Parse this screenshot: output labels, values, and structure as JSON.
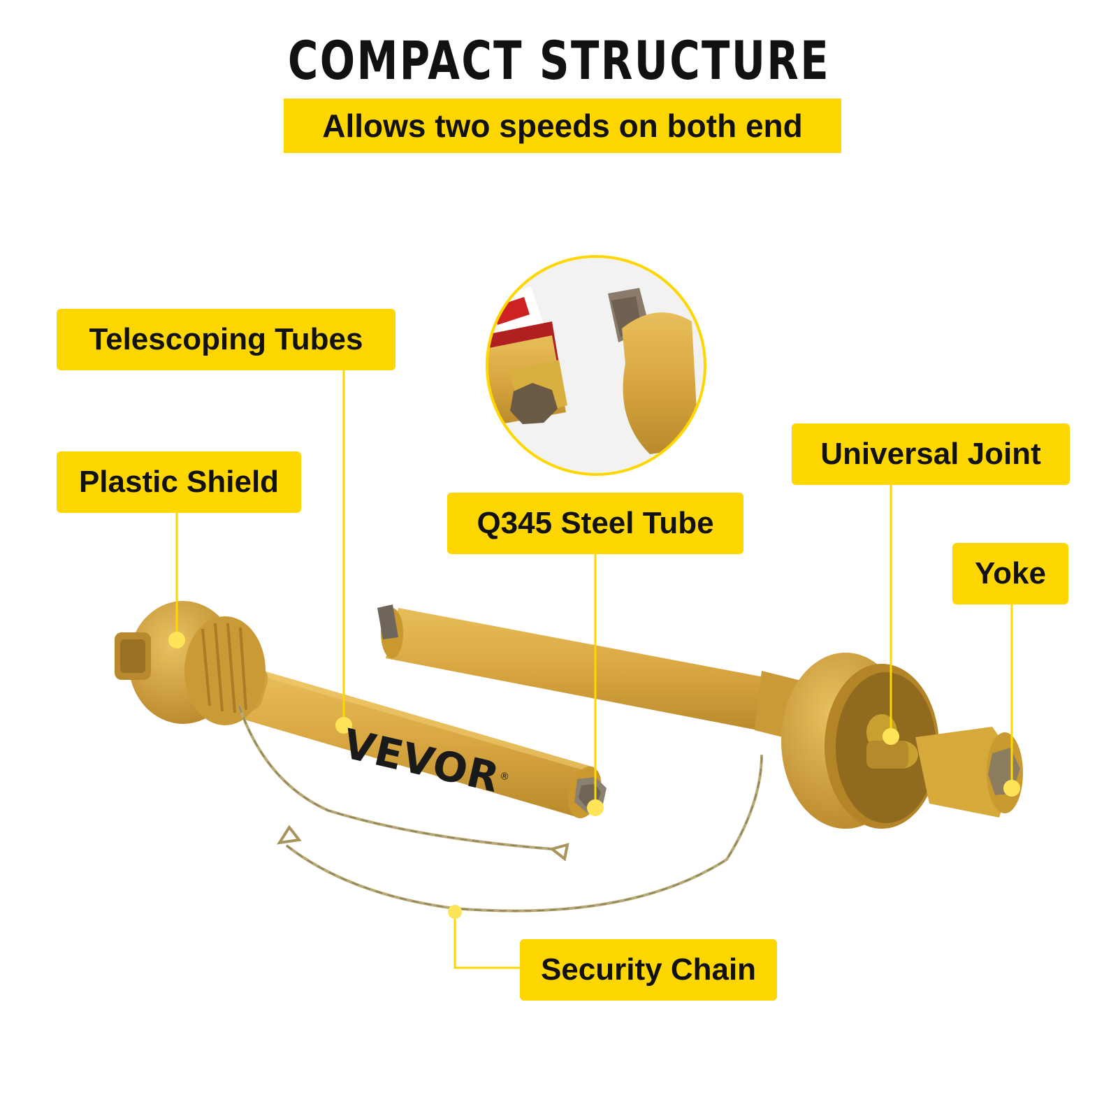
{
  "header": {
    "title": "COMPACT STRUCTURE",
    "subtitle": "Allows two speeds on both end"
  },
  "callouts": {
    "telescoping_tubes": "Telescoping Tubes",
    "plastic_shield": "Plastic Shield",
    "q345_steel_tube": "Q345 Steel Tube",
    "universal_joint": "Universal Joint",
    "yoke": "Yoke",
    "security_chain": "Security Chain"
  },
  "brand": {
    "name": "VEVOR",
    "mark": "®"
  },
  "colors": {
    "accent": "#FFD700",
    "shaft": "#D9A93E",
    "shaft_dark": "#B8862A",
    "steel": "#7A7A7A"
  }
}
